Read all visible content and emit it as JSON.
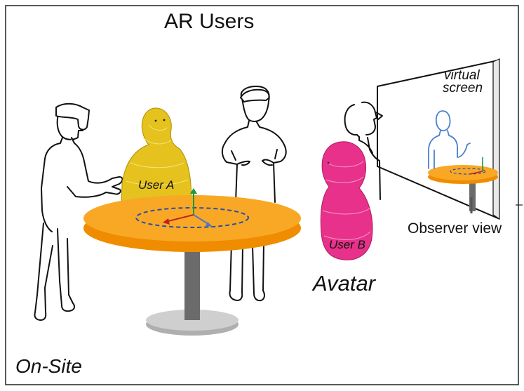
{
  "labels": {
    "title": "AR Users",
    "on_site": "On-Site",
    "avatar": "Avatar",
    "observer_view": "Observer view",
    "virtual_screen_line1": "virtual",
    "virtual_screen_line2": "screen",
    "user_a": "User A",
    "user_b": "User B"
  },
  "colors": {
    "table_top": "#F9A826",
    "table_edge": "#F08C00",
    "table_leg": "#6B6B6B",
    "table_base": "#CFCFCF",
    "avatar_a": "#E5C21E",
    "avatar_b": "#E8318A",
    "observer_figure": "#4A7FD0",
    "axis_green": "#1A9C3C",
    "axis_red": "#C22020",
    "axis_blue": "#5077C9",
    "ring_dashed": "#2A4FA6"
  },
  "icons": [
    "ar-headset-icon",
    "coordinate-axes-icon"
  ]
}
